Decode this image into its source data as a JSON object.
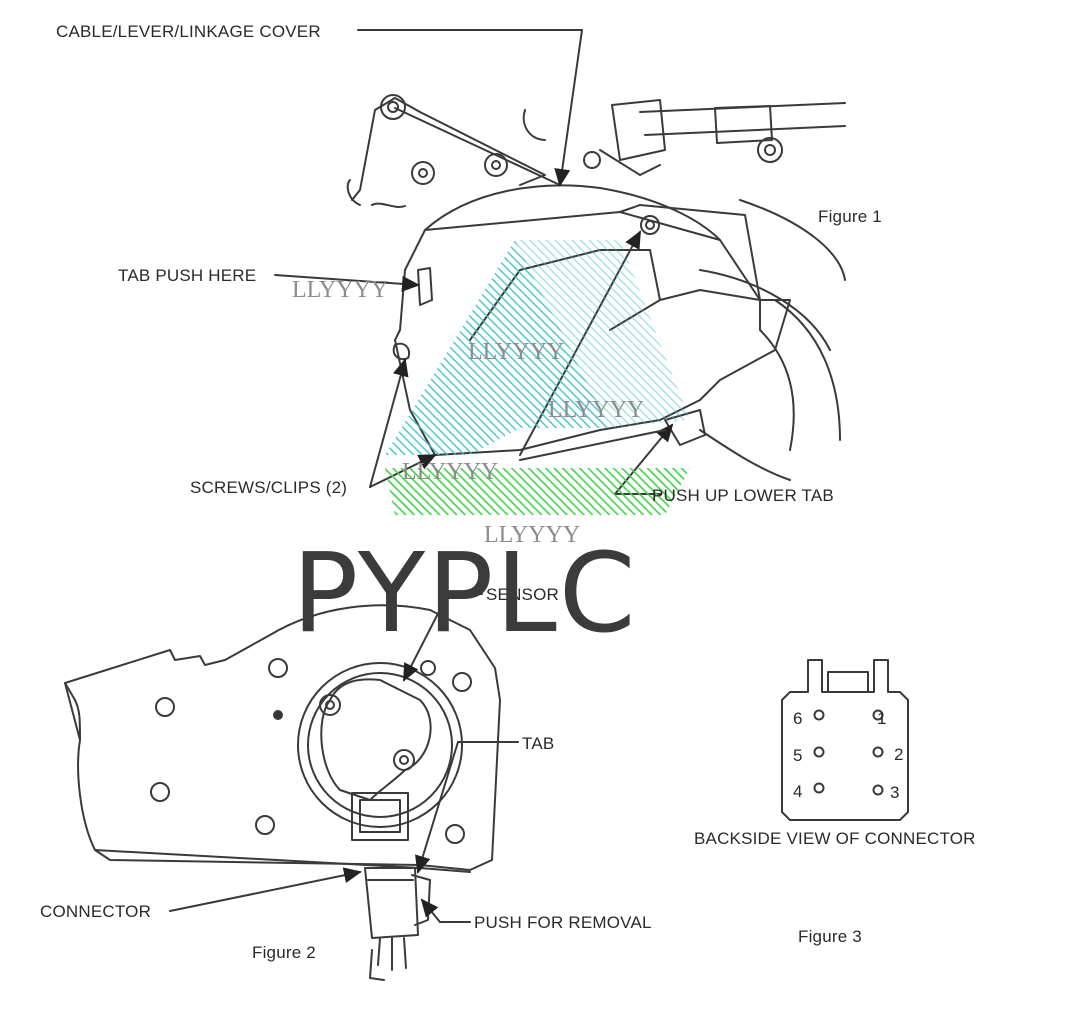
{
  "figure1": {
    "caption": "Figure 1",
    "callouts": {
      "cover": "CABLE/LEVER/LINKAGE COVER",
      "tab_push": "TAB PUSH HERE",
      "screws": "SCREWS/CLIPS (2)",
      "lower_tab": "PUSH UP LOWER TAB"
    }
  },
  "figure2": {
    "caption": "Figure 2",
    "callouts": {
      "sensor": "SENSOR",
      "tab": "TAB",
      "connector": "CONNECTOR",
      "push_removal": "PUSH FOR REMOVAL"
    }
  },
  "figure3": {
    "caption": "Figure 3",
    "title": "BACKSIDE VIEW OF CONNECTOR",
    "pins": [
      "1",
      "2",
      "3",
      "4",
      "5",
      "6"
    ]
  },
  "watermark": {
    "brand": "PYPLC",
    "text": "LLYYYY",
    "colors": [
      "#3fc1c9",
      "#42d24a"
    ]
  }
}
